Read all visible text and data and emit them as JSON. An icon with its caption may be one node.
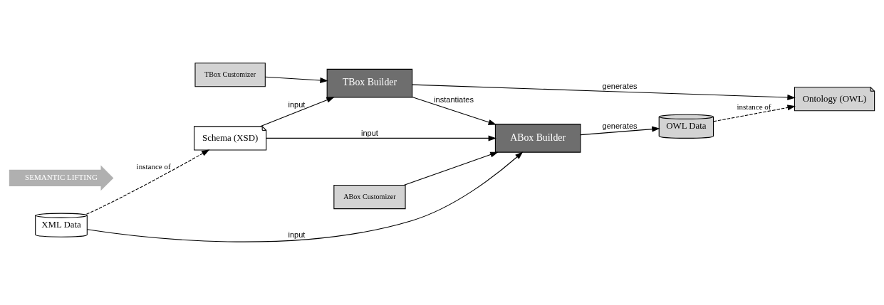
{
  "diagram": {
    "nodes": [
      {
        "text": [
          "TBox Customizer"
        ]
      },
      {
        "text": [
          "TBox Builder"
        ]
      },
      {
        "text": [
          "Ontology (OWL)"
        ]
      },
      {
        "text": [
          "OWL Data"
        ]
      },
      {
        "text": [
          "ABox Builder"
        ]
      },
      {
        "text": [
          "ABox Customizer"
        ]
      },
      {
        "text": [
          "Schema (XSD)"
        ]
      },
      {
        "text": [
          "XML Data"
        ]
      }
    ],
    "edges": [
      {
        "from": 0,
        "to": 1,
        "arrow": "to"
      },
      {
        "from": 1,
        "to": 2,
        "arrow": "to",
        "label": "generates"
      },
      {
        "from": 1,
        "to": 4,
        "arrow": "to",
        "label": "instantiates"
      },
      {
        "from": 4,
        "to": 3,
        "arrow": "to",
        "label": "generates"
      },
      {
        "from": 5,
        "to": 4,
        "arrow": "to"
      },
      {
        "from": 6,
        "to": 1,
        "arrow": "to",
        "label": "input"
      },
      {
        "from": 6,
        "to": 4,
        "arrow": "to",
        "label": "input"
      },
      {
        "from": 7,
        "to": 4,
        "arrow": "to",
        "label": "input"
      },
      {
        "from": 7,
        "to": 6,
        "arrow": "to",
        "label": "instance of",
        "style": "dashed"
      },
      {
        "from": 3,
        "to": 2,
        "arrow": "to",
        "label": "instance of",
        "style": "dashed"
      }
    ],
    "labels": [
      "SEMANTIC LIFTING"
    ]
  }
}
